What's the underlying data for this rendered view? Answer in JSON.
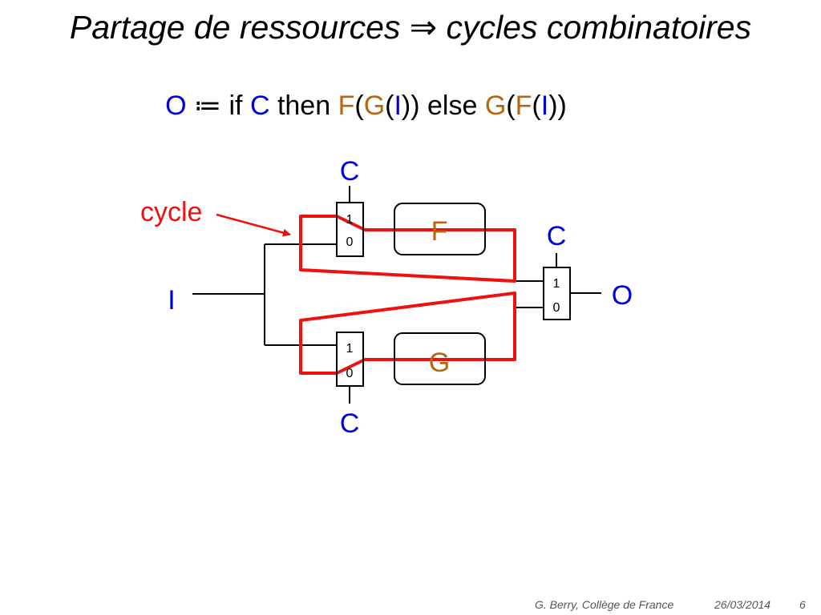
{
  "title": {
    "before": "Partage de ressources ",
    "arrow": "⇒",
    "after": " cycles combinatoires"
  },
  "formula": {
    "output": "O",
    "assign": " ≔ if ",
    "cond": "C",
    "then_kw": " then ",
    "f1": "F",
    "p1": "(",
    "g1": "G",
    "p2": "(",
    "i1": "I",
    "p3": ")) else ",
    "g2": "G",
    "p4": "(",
    "f2": "F",
    "p5": "(",
    "i2": "I",
    "p6": "))"
  },
  "diagram": {
    "cycle_label": "cycle",
    "input_label": "I",
    "output_label": "O",
    "ctrl_top_label": "C",
    "ctrl_bottom_label": "C",
    "ctrl_right_label": "C",
    "block_f_label": "F",
    "block_g_label": "G",
    "mux_one": "1",
    "mux_zero": "0"
  },
  "footer": {
    "author": "G. Berry, Collège de France",
    "date": "26/03/2014",
    "page": "6"
  },
  "colors": {
    "blue": "#0000dd",
    "brown": "#b8660b",
    "red": "#ee1111",
    "black": "#000000"
  }
}
